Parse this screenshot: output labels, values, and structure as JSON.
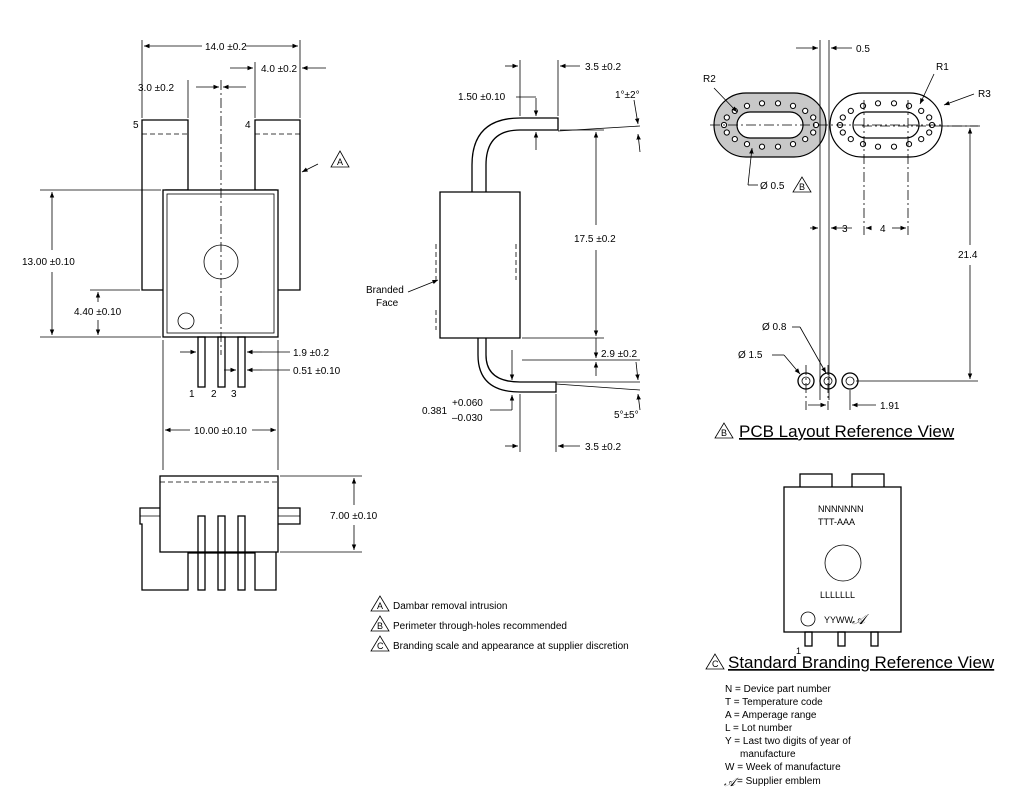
{
  "dims": {
    "width_14": "14.0 ±0.2",
    "pin_pitch_4": "4.0 ±0.2",
    "offset_3": "3.0 ±0.2",
    "height_13": "13.00 ±0.10",
    "height_440": "4.40 ±0.10",
    "lead_19": "1.9 ±0.2",
    "lead_051": "0.51 ±0.10",
    "width_10": "10.00 ±0.10",
    "height_7": "7.00 ±0.10",
    "side_150": "1.50 ±0.10",
    "side_35_top": "3.5 ±0.2",
    "angle_1": "1°±2°",
    "side_175": "17.5 ±0.2",
    "side_29": "2.9 ±0.2",
    "angle_5": "5°±5°",
    "side_35_bottom": "3.5 ±0.2",
    "thk_nominal": "0.381",
    "thk_plus": "+0.060",
    "thk_minus": "–0.030",
    "pcb_05": "0.5",
    "pcb_3": "3",
    "pcb_4": "4",
    "pcb_214": "21.4",
    "pcb_191": "1.91",
    "pcb_hole05": "Ø 0.5",
    "pcb_hole08": "Ø 0.8",
    "pcb_hole15": "Ø 1.5",
    "r1": "R1",
    "r2": "R2",
    "r3": "R3"
  },
  "labels": {
    "pin5": "5",
    "pin4": "4",
    "pin1": "1",
    "pin2": "2",
    "pin3": "3",
    "branded_face_1": "Branded",
    "branded_face_2": "Face",
    "branding_pin1": "1"
  },
  "flags": {
    "a": "A",
    "b": "B",
    "c": "C"
  },
  "notes": {
    "a": "Dambar removal intrusion",
    "b": "Perimeter through-holes recommended",
    "c": "Branding scale and appearance at supplier discretion"
  },
  "pcb_view": {
    "title": "PCB Layout Reference View"
  },
  "branding_view": {
    "title": "Standard Branding Reference View",
    "line1": "NNNNNNN",
    "line2": "TTT-AAA",
    "line3": "LLLLLLL",
    "line4": "YYWW"
  },
  "legend": [
    "N = Device part number",
    "T = Temperature code",
    "A = Amperage range",
    "L = Lot number",
    "Y = Last two digits of year of",
    "manufacture",
    "W = Week of manufacture",
    "= Supplier emblem"
  ]
}
